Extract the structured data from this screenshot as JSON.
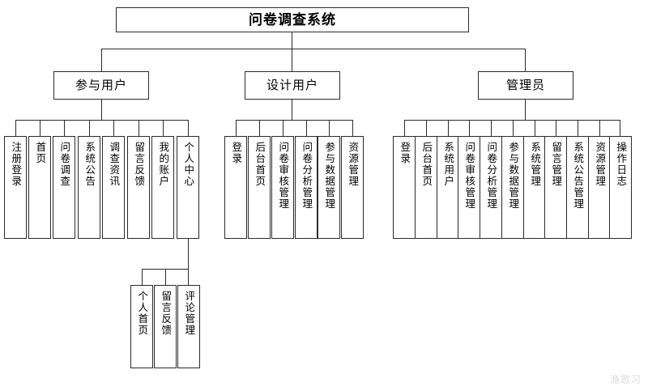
{
  "diagram": {
    "type": "org-chart",
    "title": "问卷调查系统",
    "watermark": "渔歌习",
    "levels": [
      {
        "id": "root",
        "label": "问卷调查系统"
      }
    ],
    "branches": [
      {
        "id": "participating-user",
        "label": "参与用户",
        "leaves": [
          "注册登录",
          "首页",
          "问卷调查",
          "系统公告",
          "调查资讯",
          "留言反馈",
          "我的账户",
          "个人中心"
        ],
        "sub_branch": {
          "parent": "个人中心",
          "leaves": [
            "个人首页",
            "留言反馈",
            "评论管理"
          ]
        }
      },
      {
        "id": "design-user",
        "label": "设计用户",
        "leaves": [
          "登录",
          "后台首页",
          "问卷审核管理",
          "问卷分析管理",
          "参与数据管理",
          "资源管理"
        ]
      },
      {
        "id": "administrator",
        "label": "管理员",
        "leaves": [
          "登录",
          "后台首页",
          "系统用户",
          "问卷审核管理",
          "问卷分析管理",
          "参与数据管理",
          "系统管理",
          "留言管理",
          "系统公告管理",
          "资源管理",
          "操作日志"
        ]
      }
    ],
    "colors": {
      "background": "#ffffff",
      "border": "#2b2b2b",
      "text": "#000000",
      "watermark": "#dcdcdc"
    }
  }
}
